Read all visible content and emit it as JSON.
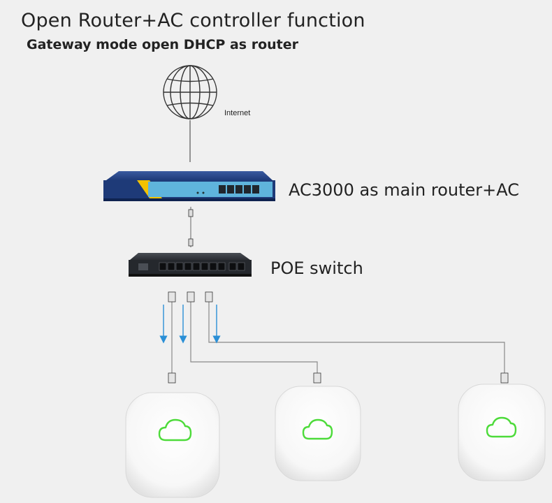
{
  "title": "Open Router+AC controller function",
  "subtitle": "Gateway mode open DHCP as router",
  "nodes": {
    "internet": {
      "label": "Internet",
      "icon": "globe-icon"
    },
    "router": {
      "label": "AC3000 as main router+AC",
      "icon": "router-icon"
    },
    "switch": {
      "label": "POE switch",
      "icon": "switch-icon"
    },
    "access_points": [
      {
        "icon": "cloud-icon"
      },
      {
        "icon": "cloud-icon"
      },
      {
        "icon": "cloud-icon"
      }
    ]
  },
  "colors": {
    "background": "#f0f0f0",
    "router_body": "#1e3a78",
    "router_panel": "#5fb4dc",
    "router_accent": "#f2c200",
    "switch_body": "#2a2d33",
    "cable": "#888888",
    "power_arrow": "#2a8fd6",
    "ap_led": "#4ddb3a"
  }
}
